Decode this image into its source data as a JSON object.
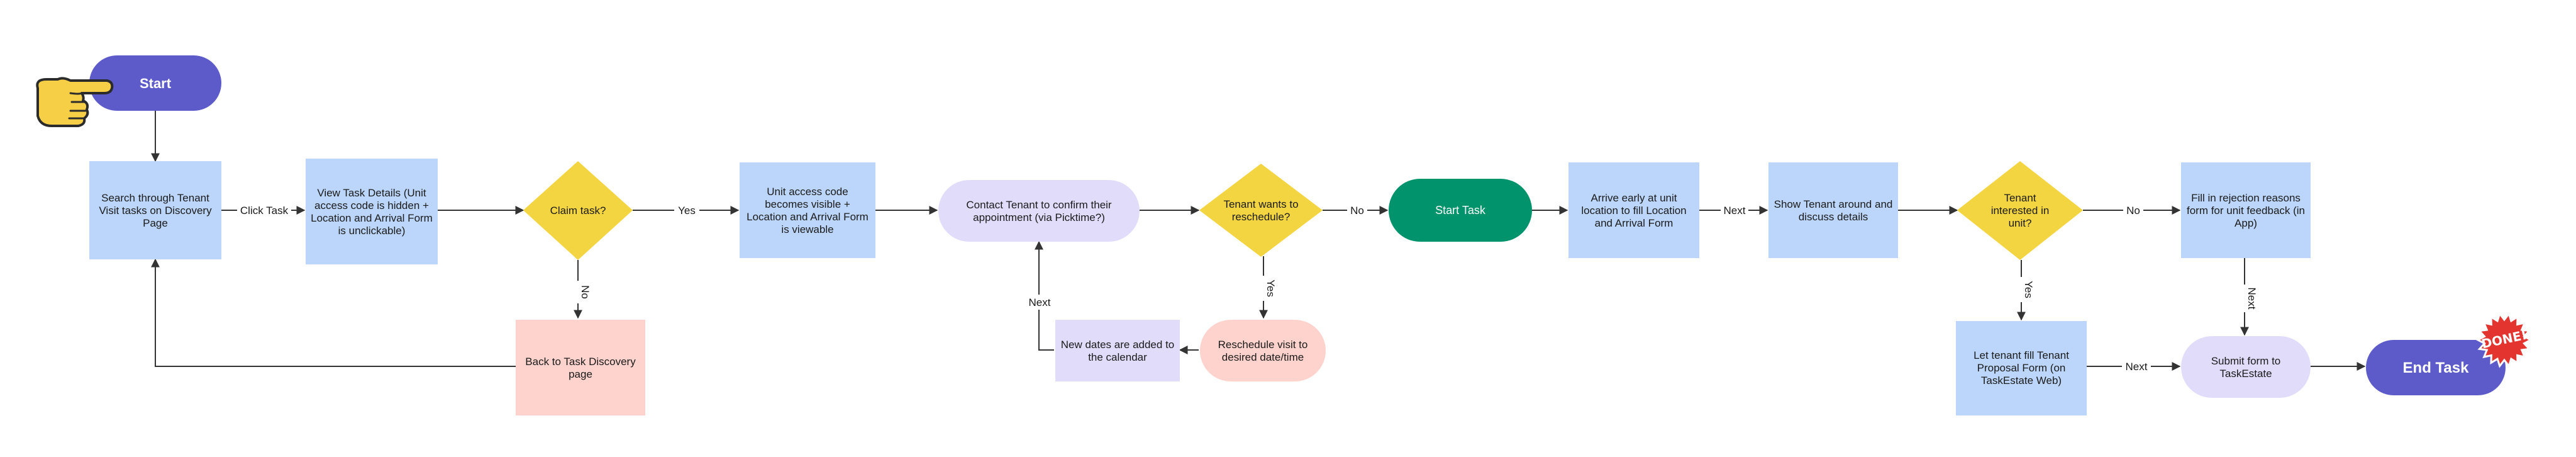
{
  "colors": {
    "blue_box": "#bcd6fb",
    "purple_pill": "#e2dcfb",
    "pink_box": "#ffd3cd",
    "yellow_diamond": "#f3d441",
    "start_end": "#5d5bc9",
    "green_pill": "#01936b",
    "line": "#333333",
    "hand": "#f6cf46",
    "done_badge": "#e3342f"
  },
  "nodes": {
    "start": "Start",
    "search_tasks": "Search through Tenant Visit tasks on Discovery Page",
    "view_details": "View Task Details (Unit access code is hidden + Location and Arrival Form is unclickable)",
    "claim_task": "Claim task?",
    "back_to_discovery": "Back to Task Discovery page",
    "access_code_visible": "Unit access code becomes visible + Location and Arrival Form is viewable",
    "contact_tenant": "Contact Tenant to confirm their appointment (via Picktime?)",
    "new_dates": "New dates are added to the calendar",
    "wants_reschedule": "Tenant wants to reschedule?",
    "reschedule_visit": "Reschedule visit to desired date/time",
    "start_task": "Start Task",
    "arrive_early": "Arrive early at unit location to fill Location and Arrival Form",
    "show_tenant": "Show Tenant around and discuss details",
    "interested": "Tenant interested in unit?",
    "fill_rejection": "Fill in rejection reasons form for unit feedback (in App)",
    "proposal_form": "Let tenant fill Tenant Proposal Form (on TaskEstate Web)",
    "submit_form": "Submit form to TaskEstate",
    "end_task": "End Task",
    "done_badge": "DONE!"
  },
  "edges": {
    "click_task": "Click Task",
    "claim_yes": "Yes",
    "claim_no": "No",
    "reschedule_no": "No",
    "reschedule_yes": "Yes",
    "new_dates_next": "Next",
    "arrive_next": "Next",
    "interested_no": "No",
    "interested_yes": "Yes",
    "rejection_next": "Next",
    "proposal_next": "Next"
  }
}
